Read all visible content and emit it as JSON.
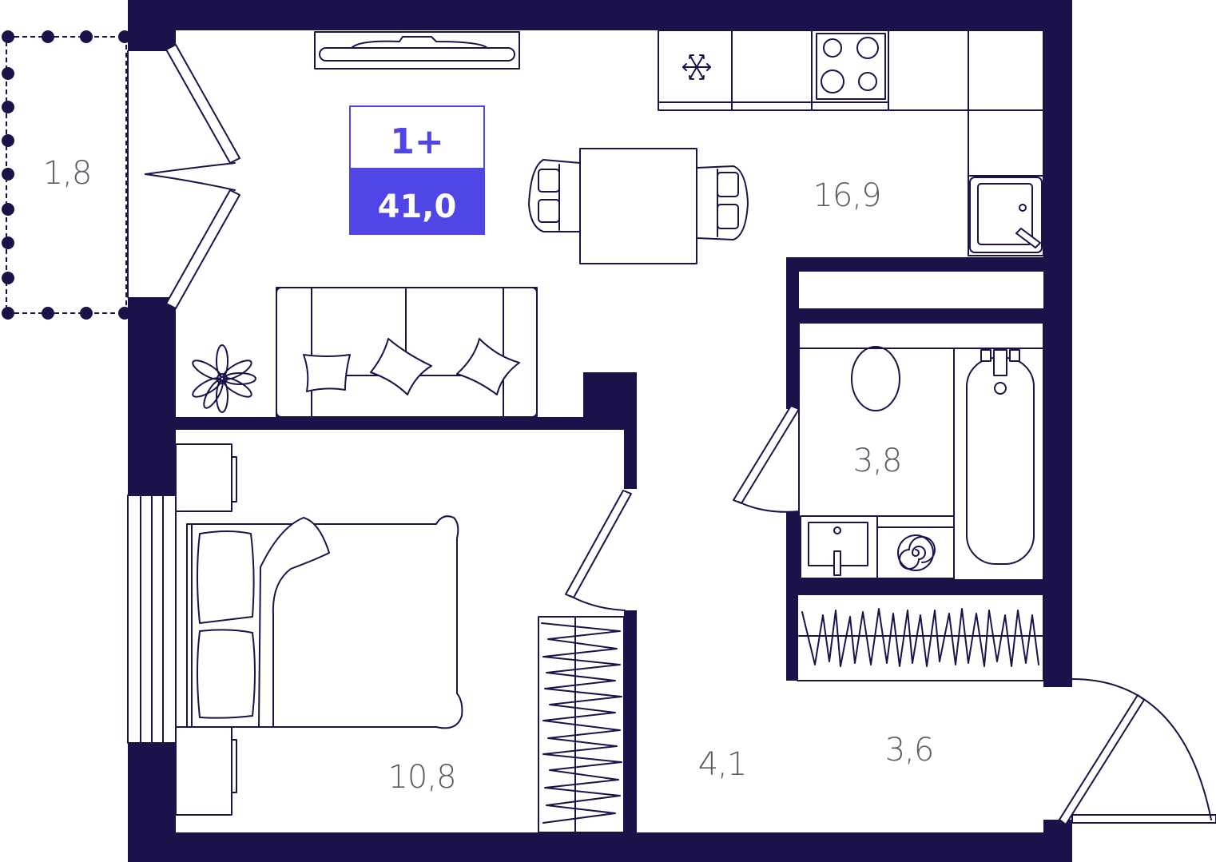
{
  "colors": {
    "wall": "#19134a",
    "accent": "#4f46e5",
    "area_text": "#5b5b66",
    "background": "#ffffff"
  },
  "badge": {
    "apartment_type": "1+",
    "total_area": "41,0"
  },
  "rooms": {
    "balcony": "1,8",
    "kitchen_living": "16,9",
    "bathroom": "3,8",
    "bedroom": "10,8",
    "hallway": "4,1",
    "entrance": "3,6"
  },
  "icons": [
    "snowflake-icon",
    "plant-icon",
    "cooktop-icon",
    "washing-machine-icon"
  ]
}
